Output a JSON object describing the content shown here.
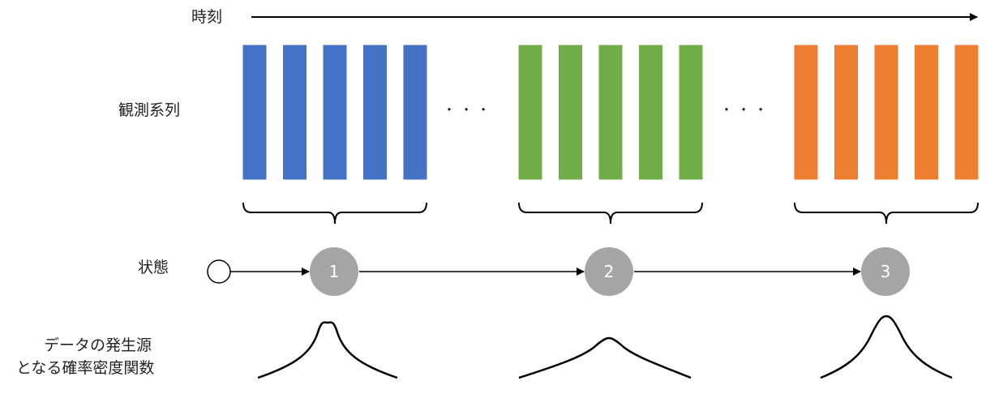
{
  "labels": {
    "time": "時刻",
    "observations": "観測系列",
    "states": "状態",
    "source_line1": "データの発生源",
    "source_line2": "となる確率密度関数"
  },
  "ellipsis": "・ ・ ・",
  "groups": [
    {
      "color": "#4472C4",
      "bars": 5,
      "state": "1",
      "peak": "sharp"
    },
    {
      "color": "#70AD47",
      "bars": 5,
      "state": "2",
      "peak": "wide"
    },
    {
      "color": "#ED7D31",
      "bars": 5,
      "state": "3",
      "peak": "medium"
    }
  ],
  "state_fill": "#A5A5A5"
}
